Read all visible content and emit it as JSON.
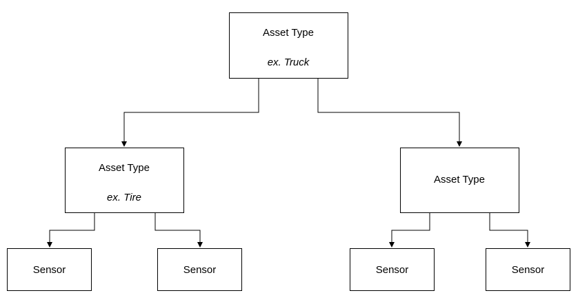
{
  "diagram": {
    "root": {
      "title": "Asset Type",
      "example": "ex. Truck"
    },
    "left_child": {
      "title": "Asset Type",
      "example": "ex. Tire"
    },
    "right_child": {
      "title": "Asset Type"
    },
    "sensors": [
      {
        "label": "Sensor"
      },
      {
        "label": "Sensor"
      },
      {
        "label": "Sensor"
      },
      {
        "label": "Sensor"
      }
    ]
  },
  "colors": {
    "stroke": "#000000",
    "fill": "#ffffff"
  }
}
